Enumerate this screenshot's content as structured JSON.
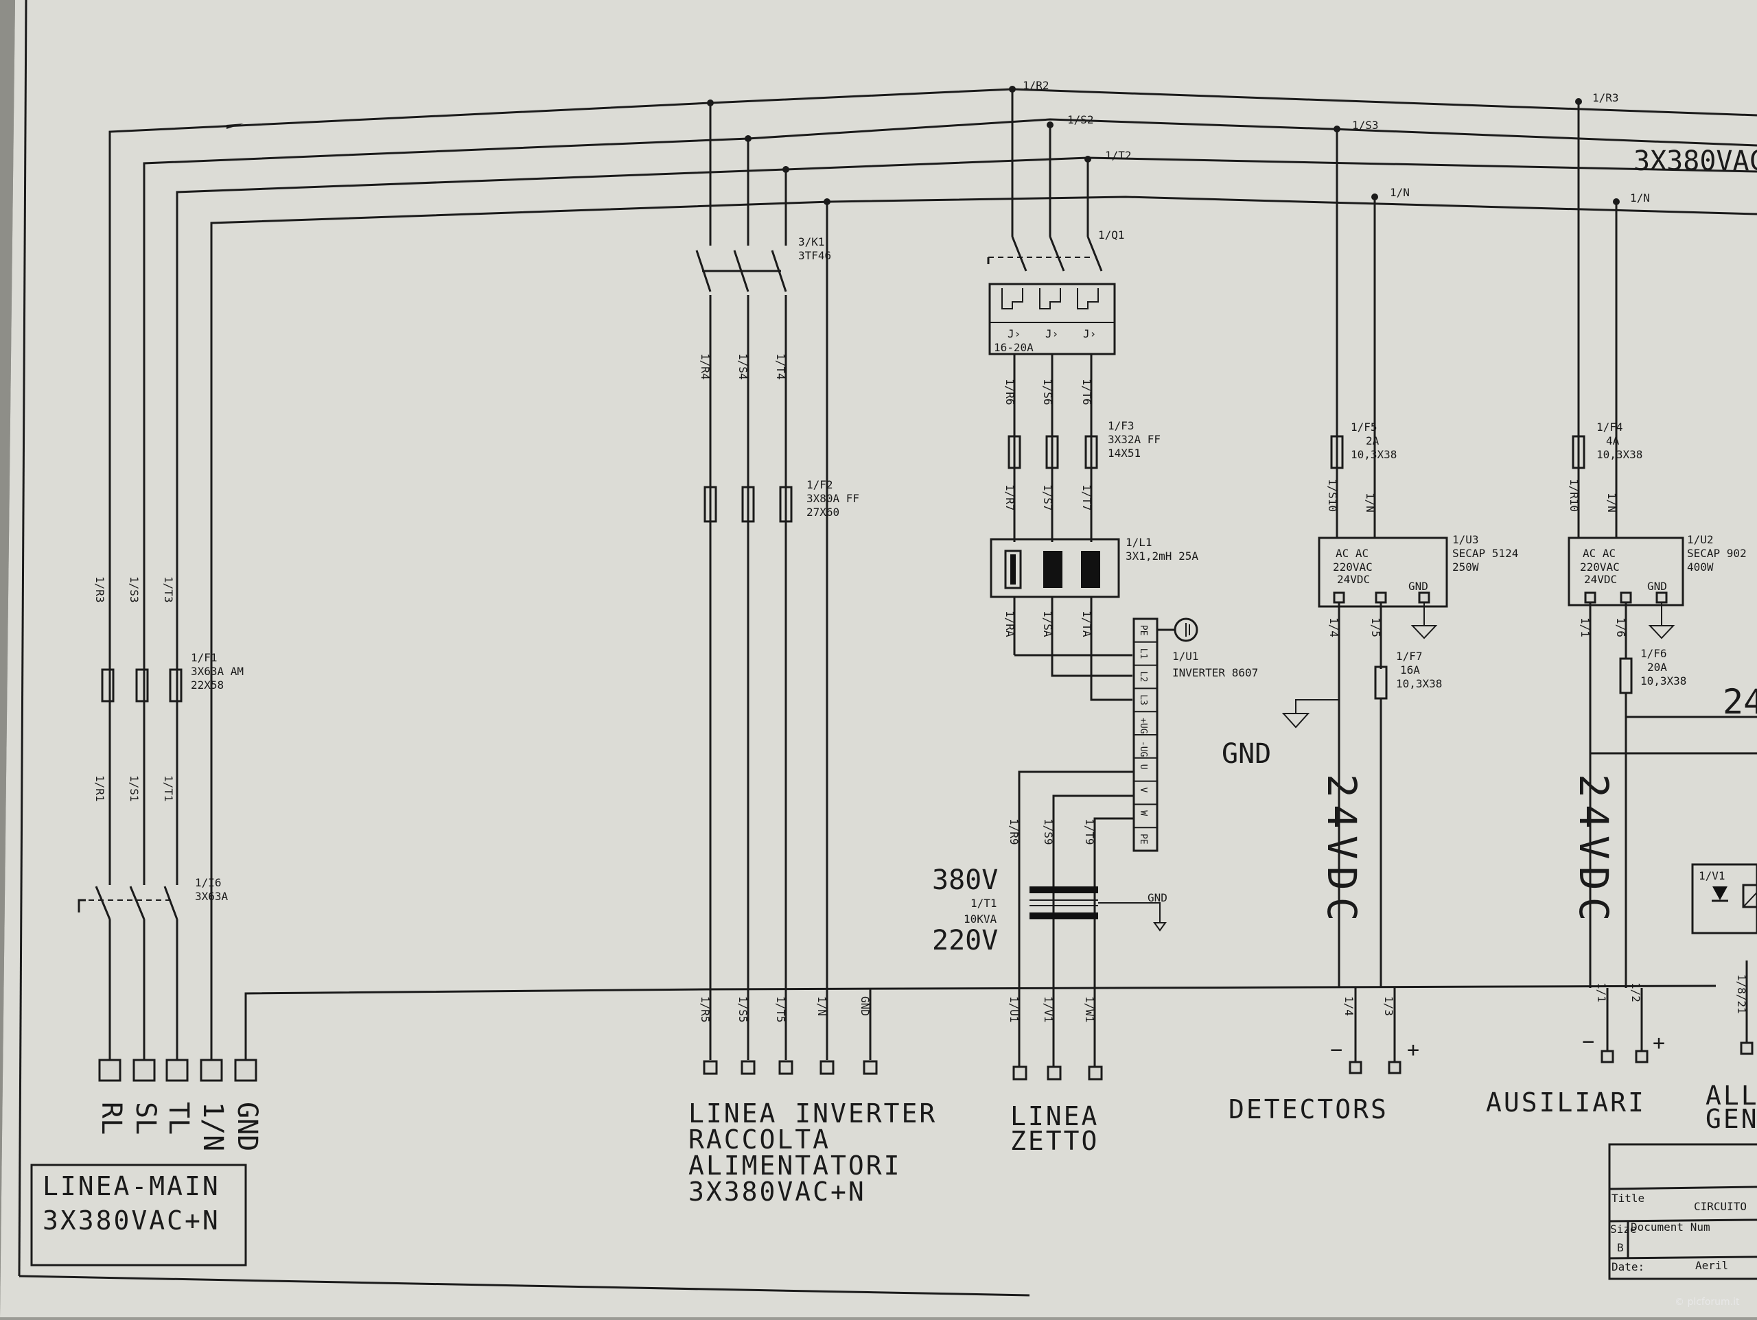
{
  "nets": {
    "r2": "1/R2",
    "s2": "1/S2",
    "t2": "1/T2",
    "n": "1/N",
    "s3": "1/S3",
    "r3": "1/R3",
    "n2": "1/N",
    "bus_label": "3X380VAC"
  },
  "main": {
    "wire_labels": [
      "1/R3",
      "1/S3",
      "1/T3"
    ],
    "fuse_label": [
      "1/F1",
      "3X63A AM",
      "22X58"
    ],
    "wire_labels_low": [
      "1/R1",
      "1/S1",
      "1/T1"
    ],
    "switch_label": [
      "1/I6",
      "3X63A"
    ],
    "terminals": [
      "RL",
      "SL",
      "TL",
      "1/N",
      "GND"
    ],
    "box_lines": [
      "LINEA-MAIN",
      "3X380VAC+N"
    ]
  },
  "inverter_line": {
    "contactor_label": [
      "3/K1",
      "3TF46"
    ],
    "wire_labels": [
      "1/R4",
      "1/S4",
      "1/T4"
    ],
    "fuse_label": [
      "1/F2",
      "3X80A FF",
      "27X60"
    ],
    "bottom_labels": [
      "1/R5",
      "1/S5",
      "1/T5",
      "1/N",
      "GND"
    ],
    "section_lines": [
      "LINEA INVERTER",
      "RACCOLTA",
      "ALIMENTATORI",
      "3X380VAC+N"
    ]
  },
  "zetto_line": {
    "breaker_label": "1/Q1",
    "breaker_range": "16-20A",
    "wire_labels": [
      "1/R6",
      "1/S6",
      "1/T6"
    ],
    "fuse_label": [
      "1/F3",
      "3X32A FF",
      "14X51"
    ],
    "wire_labels_2": [
      "1/R7",
      "1/S7",
      "1/T7"
    ],
    "reactor_label": [
      "1/L1",
      "3X1,2mH 25A"
    ],
    "wire_labels_3": [
      "1/RA",
      "1/SA",
      "1/TA"
    ],
    "inverter_label": [
      "1/U1",
      "INVERTER 8607"
    ],
    "inverter_terminals": [
      "PE",
      "L1",
      "L2",
      "L3",
      "+UG",
      "-UG",
      "U",
      "V",
      "W",
      "PE"
    ],
    "wire_labels_4": [
      "1/R9",
      "1/S9",
      "1/T9"
    ],
    "trafo_primary": "380V",
    "trafo_label": [
      "1/T1",
      "10KVA"
    ],
    "trafo_secondary": "220V",
    "trafo_gnd": "GND",
    "bottom_labels": [
      "1/U1",
      "1/V1",
      "1/W1"
    ],
    "section_lines": [
      "LINEA",
      "ZETTO"
    ]
  },
  "detectors": {
    "fuse_label": [
      "1/F5",
      "2A",
      "10,3X38"
    ],
    "wire_labels": [
      "1/S10",
      "1/N"
    ],
    "psu_label": [
      "1/U3",
      "SECAP 5124",
      "250W"
    ],
    "psu_lines": [
      "AC AC",
      "220VAC",
      "24VDC",
      "GND"
    ],
    "fuse2_label": [
      "1/F7",
      "16A",
      "10,3X38"
    ],
    "wire_labels_low": [
      "1/4",
      "1/5"
    ],
    "gnd_label": "GND",
    "voltage": "24VDC",
    "bottom_labels": [
      "1/4",
      "1/3"
    ],
    "minus": "−",
    "plus": "+",
    "section": "DETECTORS"
  },
  "ausiliari": {
    "fuse_label": [
      "1/F4",
      "4A",
      "10,3X38"
    ],
    "wire_labels": [
      "1/R10",
      "1/N"
    ],
    "psu_label": [
      "1/U2",
      "SECAP 902"
    ],
    "psu_sub": "400W",
    "psu_lines": [
      "AC AC",
      "220VAC",
      "24VDC",
      "GND"
    ],
    "fuse2_label": [
      "1/F6",
      "20A",
      "10,3X38"
    ],
    "wire_labels_low": [
      "1/1",
      "1/6"
    ],
    "voltage": "24VDC",
    "relay_label": "1/V1",
    "bottom_labels": [
      "1/1",
      "1/2",
      "1/8/21"
    ],
    "minus": "−",
    "plus": "+",
    "section": "AUSILIARI",
    "cut_section": [
      "ALL",
      "GEN"
    ],
    "cut_value": "24"
  },
  "title_block": {
    "title": "Title",
    "title_value": "CIRCUITO",
    "size": "Size",
    "size_value": "B",
    "document": "Document Num",
    "date": "Date:",
    "date_value": "Aeril"
  },
  "watermark": "© plcforum.it"
}
